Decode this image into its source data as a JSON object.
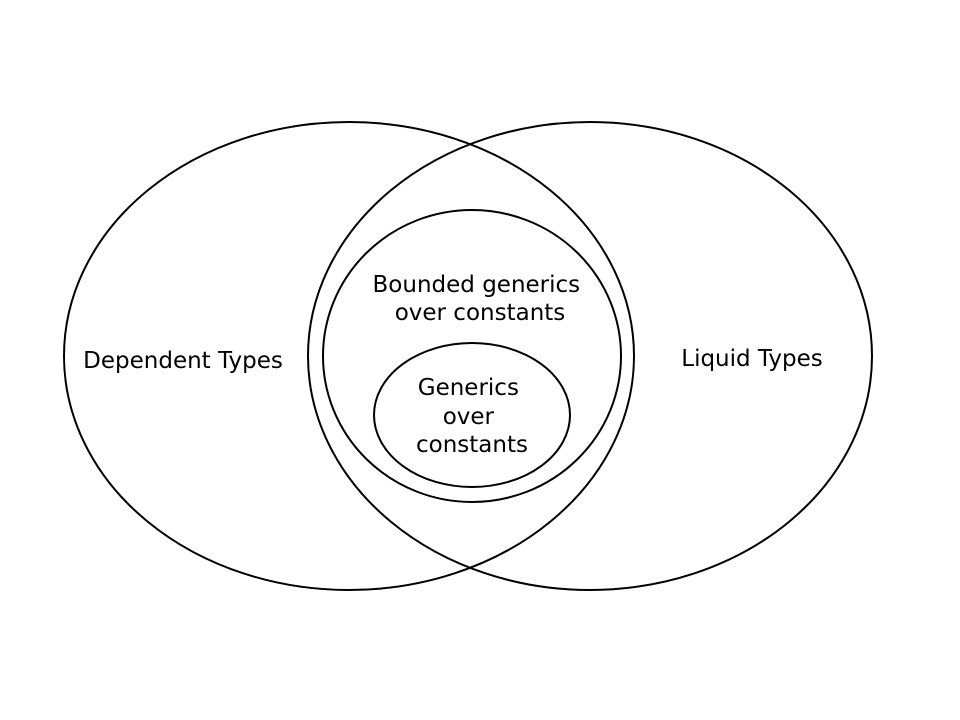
{
  "diagram": {
    "kind": "euler-diagram",
    "line_color": "#000000",
    "background_color": "#ffffff",
    "sets": [
      {
        "id": "dependent-types",
        "label": "Dependent Types",
        "contains": [
          "bounded-generics-over-constants"
        ]
      },
      {
        "id": "liquid-types",
        "label": "Liquid Types",
        "contains": [
          "bounded-generics-over-constants"
        ]
      },
      {
        "id": "bounded-generics-over-constants",
        "label_lines": [
          "Bounded generics",
          "over constants"
        ],
        "contains": [
          "generics-over-constants"
        ]
      },
      {
        "id": "generics-over-constants",
        "label_lines": [
          "Generics",
          "over",
          "constants"
        ],
        "contains": []
      }
    ]
  }
}
